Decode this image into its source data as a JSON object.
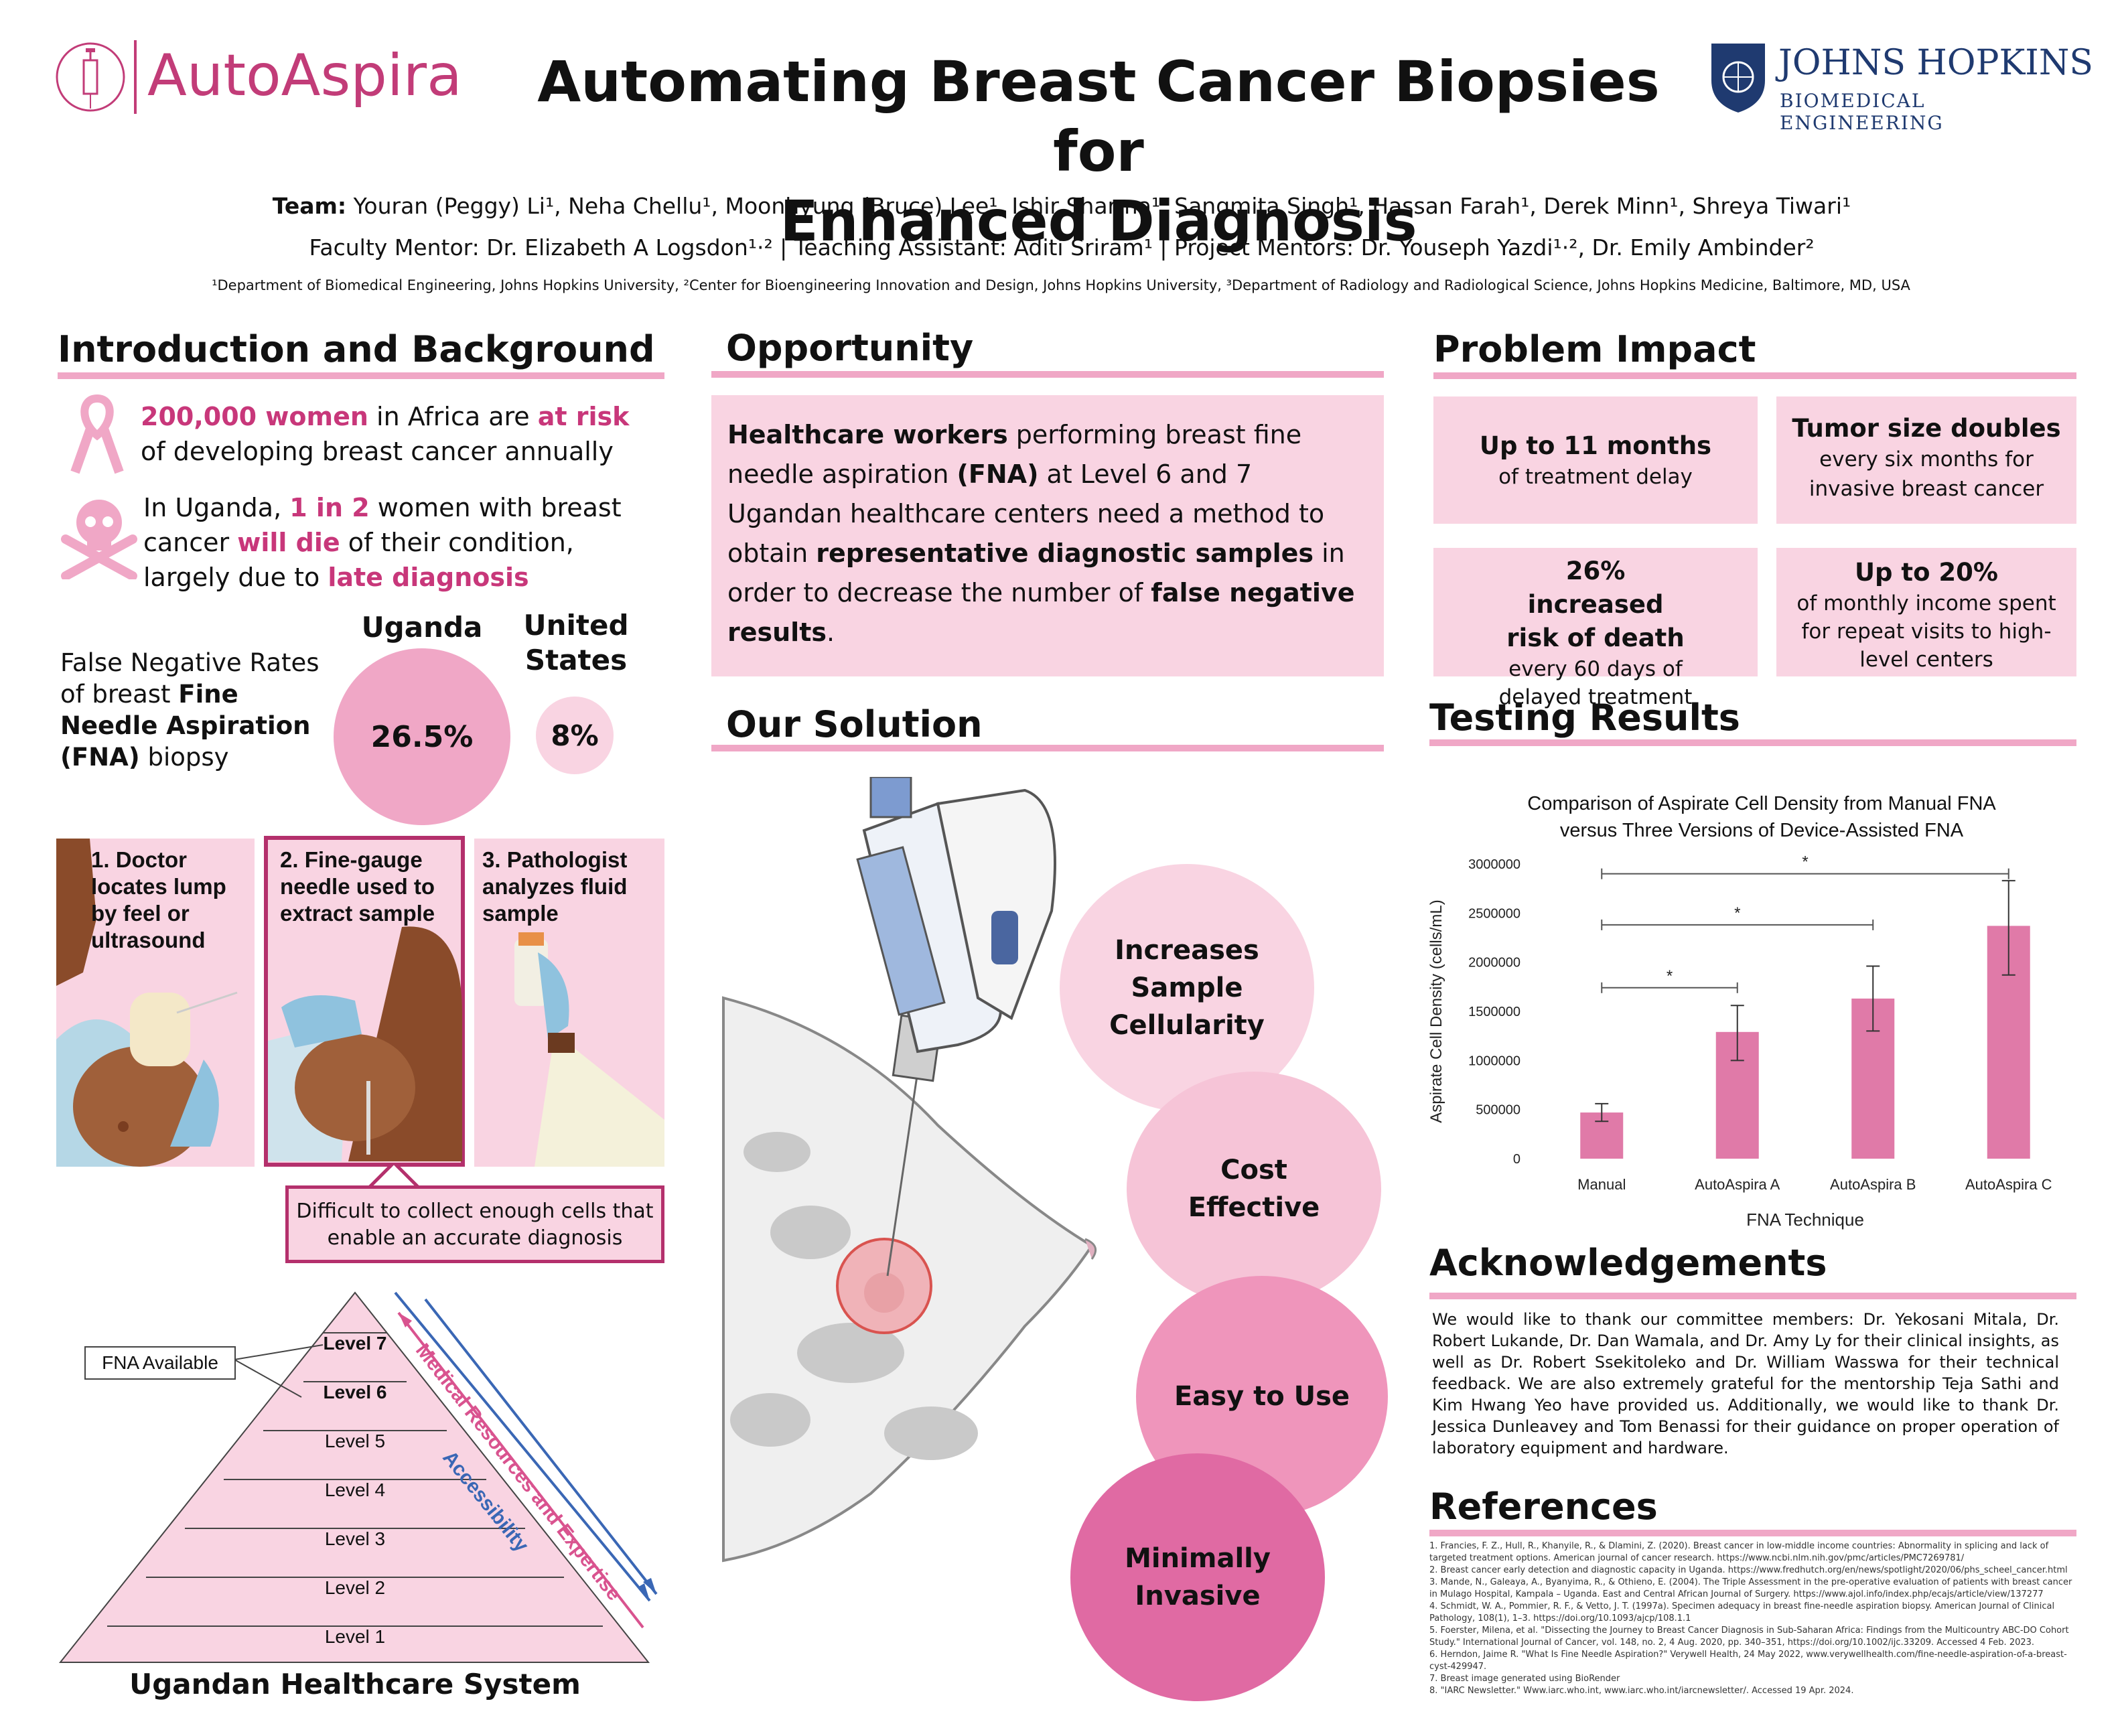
{
  "header": {
    "logo_text": "AutoAspira",
    "title_line1": "Automating Breast Cancer Biopsies for",
    "title_line2": "Enhanced Diagnosis",
    "jhu_line1": "JOHNS HOPKINS",
    "jhu_line2": "BIOMEDICAL ENGINEERING",
    "team_label": "Team:",
    "team_members": "Youran (Peggy) Li¹, Neha Chellu¹, Moonhyung (Bruce) Lee¹, Ishir Sharma¹, Sangmita Singh¹, Hassan Farah¹, Derek Minn¹, Shreya Tiwari¹",
    "mentor_line": "Faculty Mentor: Dr. Elizabeth A Logsdon¹·² | Teaching Assistant: Aditi Sriram¹ | Project Mentors: Dr. Youseph Yazdi¹·², Dr. Emily Ambinder²",
    "affiliations": "¹Department of Biomedical Engineering, Johns Hopkins University, ²Center for Bioengineering Innovation and Design, Johns Hopkins University, ³Department of Radiology and Radiological Science, Johns Hopkins Medicine, Baltimore, MD, USA"
  },
  "intro": {
    "title": "Introduction and Background",
    "stat1_a": "200,000 women",
    "stat1_b": " in Africa are ",
    "stat1_c": "at risk",
    "stat1_d": " of developing breast cancer annually",
    "stat2_a": "In Uganda, ",
    "stat2_b": "1 in 2",
    "stat2_c": " women with breast cancer ",
    "stat2_d": "will die",
    "stat2_e": " of their condition, largely due to ",
    "stat2_f": "late diagnosis",
    "fn_label_a": "False Negative Rates of breast ",
    "fn_label_b": "Fine Needle Aspiration (FNA)",
    "fn_label_c": " biopsy",
    "uganda_label": "Uganda",
    "us_label": "United States",
    "uganda_value": "26.5%",
    "us_value": "8%",
    "step1": "1. Doctor locates lump by feel or ultrasound",
    "step2": "2. Fine-gauge needle used to extract sample",
    "step3": "3. Pathologist analyzes fluid sample",
    "difficulty": "Difficult to collect enough cells that enable an accurate diagnosis",
    "fna_available": "FNA Available",
    "levels": [
      "Level 7",
      "Level 6",
      "Level 5",
      "Level 4",
      "Level 3",
      "Level 2",
      "Level 1"
    ],
    "arrow_accessibility": "Accessibility",
    "arrow_resources": "Medical Resources and Expertise",
    "pyramid_title": "Ugandan Healthcare System"
  },
  "opportunity": {
    "title": "Opportunity",
    "p1": "Healthcare workers",
    "p2": " performing breast fine needle aspiration ",
    "p3": "(FNA)",
    "p4": " at Level 6 and 7 Ugandan healthcare centers need a method to obtain ",
    "p5": "representative diagnostic samples",
    "p6": " in order to decrease the number of ",
    "p7": "false negative results",
    "p8": "."
  },
  "solution": {
    "title": "Our Solution",
    "bubbles": [
      "Increases Sample Cellularity",
      "Cost Effective",
      "Easy to Use",
      "Minimally Invasive"
    ]
  },
  "impact": {
    "title": "Problem Impact",
    "cards": [
      {
        "head": "Up to 11 months",
        "body": "of treatment delay"
      },
      {
        "head": "Tumor size doubles",
        "body": "every six months for invasive breast cancer"
      },
      {
        "head": "26% increased risk of death",
        "body": "every 60 days of delayed treatment"
      },
      {
        "head": "Up to 20%",
        "body": "of monthly income spent for repeat visits to high-level centers"
      }
    ]
  },
  "testing": {
    "title": "Testing Results"
  },
  "chart_data": {
    "type": "bar",
    "title": "Comparison of Aspirate Cell Density from Manual FNA versus Three Versions of Device-Assisted FNA",
    "xlabel": "FNA Technique",
    "ylabel": "Aspirate Cell Density (cells/mL)",
    "categories": [
      "Manual",
      "AutoAspira A",
      "AutoAspira B",
      "AutoAspira C"
    ],
    "values": [
      470000,
      1290000,
      1630000,
      2370000
    ],
    "err_low": [
      380000,
      1000000,
      1300000,
      1870000
    ],
    "err_high": [
      560000,
      1560000,
      1960000,
      2830000
    ],
    "ylim": [
      0,
      3000000
    ],
    "yticks": [
      "0",
      "500000",
      "1000000",
      "1500000",
      "2000000",
      "2500000",
      "3000000"
    ],
    "significance": [
      {
        "from": 0,
        "to": 1,
        "label": "*"
      },
      {
        "from": 0,
        "to": 2,
        "label": "*"
      },
      {
        "from": 0,
        "to": 3,
        "label": "*"
      }
    ],
    "color": "#e07aa8"
  },
  "ack": {
    "title": "Acknowledgements",
    "text": "We would like to thank our committee members: Dr. Yekosani Mitala, Dr. Robert Lukande, Dr. Dan Wamala, and Dr. Amy Ly for their clinical insights, as well as Dr. Robert Ssekitoleko and Dr. William Wasswa for their technical feedback. We are also extremely grateful for the mentorship Teja Sathi and Kim Hwang Yeo have provided us. Additionally, we would like to thank Dr. Jessica Dunleavey and Tom Benassi for their guidance on proper operation of laboratory equipment and hardware."
  },
  "refs": {
    "title": "References",
    "items": [
      "1. Francies, F. Z., Hull, R., Khanyile, R., & Dlamini, Z. (2020). Breast cancer in low-middle income countries: Abnormality in splicing and lack of targeted treatment options. American journal of cancer research. https://www.ncbi.nlm.nih.gov/pmc/articles/PMC7269781/",
      "2. Breast cancer early detection and diagnostic capacity in Uganda. https://www.fredhutch.org/en/news/spotlight/2020/06/phs_scheel_cancer.html",
      "3. Mande, N., Galeaya, A., Byanyima, R., & Othieno, E. (2004). The Triple Assessment in the pre-operative evaluation of patients with breast cancer in Mulago Hospital, Kampala – Uganda. East and Central African Journal of Surgery. https://www.ajol.info/index.php/ecajs/article/view/137277",
      "4. Schmidt, W. A., Pommier, R. F., & Vetto, J. T. (1997a). Specimen adequacy in breast fine-needle aspiration biopsy. American Journal of Clinical Pathology, 108(1), 1–3. https://doi.org/10.1093/ajcp/108.1.1",
      "5. Foerster, Milena, et al. \"Dissecting the Journey to Breast Cancer Diagnosis in Sub-Saharan Africa: Findings from the Multicountry ABC-DO Cohort Study.\" International Journal of Cancer, vol. 148, no. 2, 4 Aug. 2020, pp. 340–351, https://doi.org/10.1002/ijc.33209. Accessed 4 Feb. 2023.",
      "6. Herndon, Jaime R. \"What Is Fine Needle Aspiration?\" Verywell Health, 24 May 2022, www.verywellhealth.com/fine-needle-aspiration-of-a-breast-cyst-429947.",
      "7. Breast image generated using BioRender",
      "8. \"IARC Newsletter.\" Www.iarc.who.int, www.iarc.who.int/iarcnewsletter/. Accessed 19 Apr. 2024."
    ]
  }
}
